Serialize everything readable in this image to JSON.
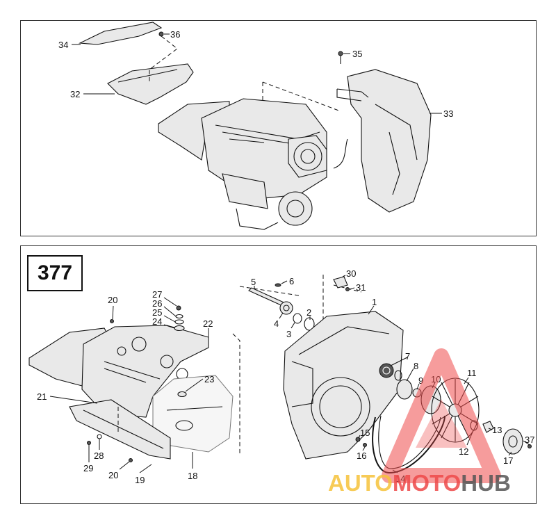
{
  "diagram": {
    "number": "377",
    "top_view_callouts": [
      "34",
      "36",
      "32",
      "35",
      "33"
    ],
    "bottom_view_callouts": [
      "5",
      "6",
      "30",
      "31",
      "1",
      "2",
      "4",
      "3",
      "27",
      "26",
      "25",
      "24",
      "20",
      "22",
      "23",
      "21",
      "7",
      "8",
      "9",
      "10",
      "11",
      "15",
      "16",
      "13",
      "37",
      "12",
      "17",
      "14",
      "29",
      "28",
      "20",
      "19",
      "18"
    ]
  },
  "watermark": {
    "text_part1": "AUTO",
    "text_part2": "MOTO",
    "text_part3": "HUB",
    "colors": {
      "auto": "#f6c33a",
      "moto": "#ee4a4a",
      "hub": "#555555"
    }
  }
}
